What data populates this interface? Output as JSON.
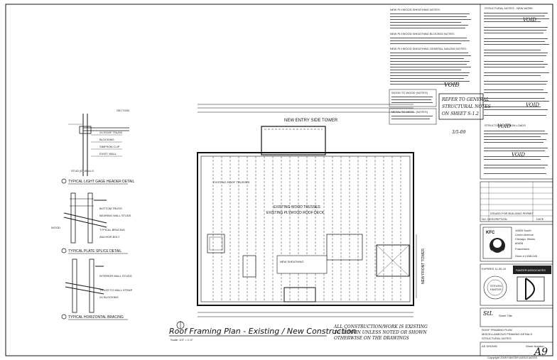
{
  "plan": {
    "title": "Roof Framing Plan - Existing / New Construction",
    "scale": "Scale: 1/4\" = 1'-0\"",
    "top_tower": "NEW ENTRY SIDE TOWER",
    "right_tower": "NEW FRONT TOWER",
    "center_note_1": "EXISTING WOOD TRUSSES",
    "center_note_2": "EXISTING PLYWOOD ROOF DECK",
    "existing_roof_note": "EXISTING ROOF TRUSSES",
    "new_deck_note": "NEW SHEATHING",
    "general_note": "ALL CONSTRUCTION/WORK IS EXISTING TO REMAIN UNLESS NOTED OR SHOWN OTHERWISE ON THE DRAWINGS"
  },
  "details": {
    "section_label": "SECTION",
    "d1": "TYPICAL LIGHT GAGE HEADER DETAIL",
    "d2": "TYPICAL PLATE SPLICE DETAIL",
    "d3": "TYPICAL HORIZONTAL BRACING"
  },
  "notes": {
    "n1": "NEW PLYWOOD SHEATHING NOTES:",
    "n2": "NEW PLYWOOD SHEATHING BLOCKED NOTES:",
    "n3": "NEW PLYWOOD SHEATHING GENERAL NAILING NOTES:",
    "n4": "WOOD TO WOOD (NOTES)",
    "n5": "METAL TO METAL (NOTES)",
    "structural_header": "STRUCTURAL NOTES - NEW WORK",
    "design_loads": "STRUCTURAL DESIGN LOADS"
  },
  "handwritten": {
    "refer_1": "REFER TO GENERAL",
    "refer_2": "STRUCTURAL NOTES",
    "refer_3": "ON SHEET S-1.2",
    "void": "VOID",
    "date": "3/5-09"
  },
  "title_block": {
    "rev_col_1": "NO. DESCRIPTION",
    "rev_col_2": "DATE",
    "issued": "ISSUED FOR BUILDING PERMIT",
    "brand": "KFC",
    "address_1": "10600 South",
    "address_2": "Cicero Avenue",
    "address_3": "Chicago, Illinois",
    "address_4": "60628",
    "owner_1": "Franchisee:",
    "owner_2": "Store # L598-045",
    "firm": "FANTER ASSOCIATES",
    "expires": "EXPIRES 11-30-10",
    "sheet_title_1": "ROOF FRAMING PLAN",
    "sheet_title_2": "MISCELLANEOUS FRAMING DETAILS",
    "sheet_title_3": "STRUCTURAL NOTES",
    "sheet_label": "Sheet Number",
    "sheet_no": "A9",
    "drawn": "AS SHOWN",
    "copyright": "Copyright 2009 FANTER ASSOCIATES"
  }
}
